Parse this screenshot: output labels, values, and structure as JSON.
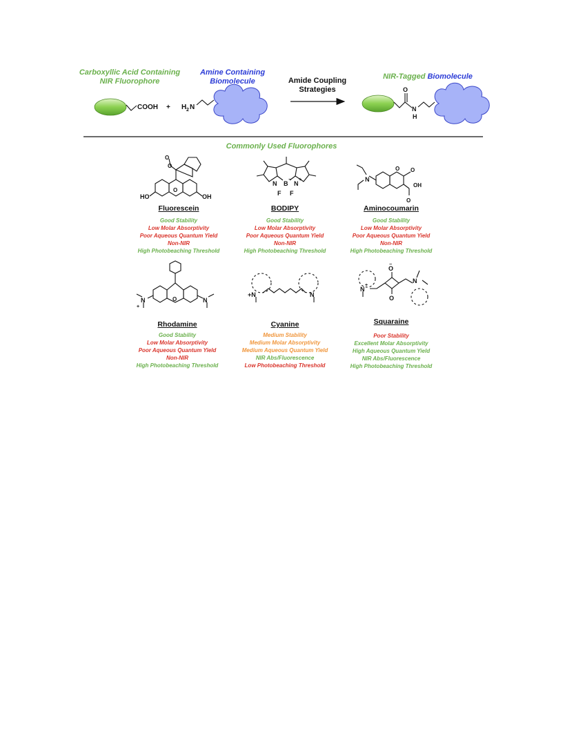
{
  "scheme": {
    "reactant1": [
      "Carboxyllic Acid Containing",
      "NIR Fluorophore"
    ],
    "reactant2": [
      "Amine Containing",
      "Biomolecule"
    ],
    "arrow_label": [
      "Amide Coupling",
      "Strategies"
    ],
    "product_part1": "NIR-Tagged ",
    "product_part2": "Biomolecule",
    "cooh": "COOH",
    "plus": "+",
    "amine": "H",
    "amine_sub": "2",
    "amine_n": "N",
    "amide_o": "O",
    "amide_n": "N",
    "amide_h": "H"
  },
  "section_title": "Commonly Used Fluorophores",
  "fluorophores": [
    {
      "name": "Fluorescein",
      "labels": [
        "HO",
        "OH",
        "O",
        "O",
        "O"
      ],
      "props": [
        [
          "Good Stability",
          "green"
        ],
        [
          "Low Molar Absorptivity",
          "red"
        ],
        [
          "Poor Aqueous Quantum Yield",
          "red"
        ],
        [
          "Non-NIR",
          "red"
        ],
        [
          "High Photobeaching Threshold",
          "green"
        ]
      ]
    },
    {
      "name": "BODIPY",
      "labels": [
        "N",
        "B",
        "N",
        "F",
        "F",
        "−",
        "+"
      ],
      "props": [
        [
          "Good Stability",
          "green"
        ],
        [
          "Low Molar Absorptivity",
          "red"
        ],
        [
          "Poor Aqueous Quantum Yield",
          "red"
        ],
        [
          "Non-NIR",
          "red"
        ],
        [
          "High Photobeaching Threshold",
          "green"
        ]
      ]
    },
    {
      "name": "Aminocoumarin",
      "labels": [
        "N",
        "O",
        "O",
        "OH",
        "O"
      ],
      "props": [
        [
          "Good Stability",
          "green"
        ],
        [
          "Low Molar Absorptivity",
          "red"
        ],
        [
          "Poor Aqueous Quantum Yield",
          "red"
        ],
        [
          "Non-NIR",
          "red"
        ],
        [
          "High Photobeaching Threshold",
          "green"
        ]
      ]
    },
    {
      "name": "Rhodamine",
      "labels": [
        "N",
        "+",
        "N",
        "O"
      ],
      "props": [
        [
          "Good Stability",
          "green"
        ],
        [
          "Low Molar Absorptivity",
          "red"
        ],
        [
          "Poor Aqueous Quantum Yield",
          "red"
        ],
        [
          "Non-NIR",
          "red"
        ],
        [
          "High Photobeaching Threshold",
          "green"
        ]
      ]
    },
    {
      "name": "Cyanine",
      "labels": [
        "+N",
        "N"
      ],
      "props": [
        [
          "Medium Stability",
          "orange"
        ],
        [
          "Medium  Molar Absorptivity",
          "orange"
        ],
        [
          "Medium Aqueous Quantum Yield",
          "orange"
        ],
        [
          "NIR Abs/Fluorescence",
          "green"
        ],
        [
          "Low Photobeaching Threshold",
          "red"
        ]
      ]
    },
    {
      "name": "Squaraine",
      "labels": [
        "O",
        "−",
        "N",
        "+",
        "O",
        "N"
      ],
      "props": [
        [
          "Poor Stability",
          "red"
        ],
        [
          "Excellent Molar Absorptivity",
          "green"
        ],
        [
          "High Aqueous Quantum Yield",
          "green"
        ],
        [
          "NIR Abs/Fluorescence",
          "green"
        ],
        [
          "High Photobeaching Threshold",
          "green"
        ]
      ]
    }
  ],
  "colors": {
    "green": "#6ab04c",
    "blue": "#2b3bd6",
    "red": "#d9342b",
    "orange": "#f0963c",
    "cloud": "#a7b3f8"
  }
}
